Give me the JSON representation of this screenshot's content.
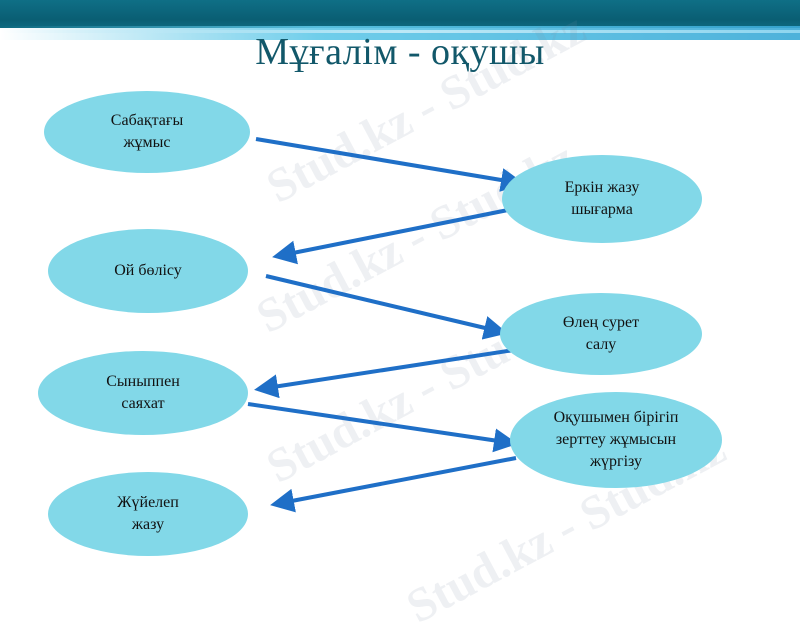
{
  "title": "Мұғалім - оқушы",
  "nodes": {
    "n1": "Сабақтағы\nжұмыс",
    "n2": "Еркін жазу\nшығарма",
    "n3": "Ой бөлісу",
    "n4": "Өлең сурет\nсалу",
    "n5": "Сыныппен\nсаяхат",
    "n6": "Оқушымен  бірігіп\nзерттеу жұмысын\nжүргізу",
    "n7": "Жүйелеп\nжазу"
  },
  "watermark": "Stud.kz - Stud.kz",
  "colors": {
    "node_fill": "#82d8e8",
    "arrow": "#1f6fc7",
    "title": "#12586a",
    "header": "#0f6f86"
  }
}
